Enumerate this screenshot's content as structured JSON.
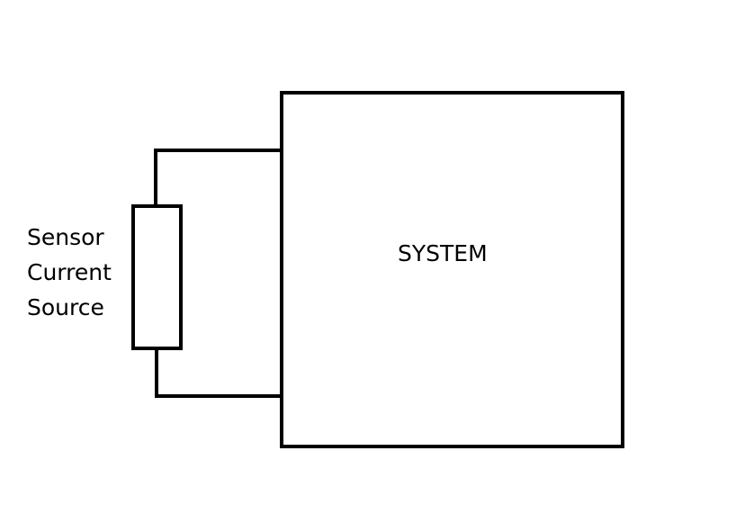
{
  "diagram": {
    "system_label": "SYSTEM",
    "sensor_label_lines": [
      "Sensor",
      "Current",
      "Source"
    ],
    "colors": {
      "stroke": "#000000",
      "background": "#ffffff"
    }
  }
}
